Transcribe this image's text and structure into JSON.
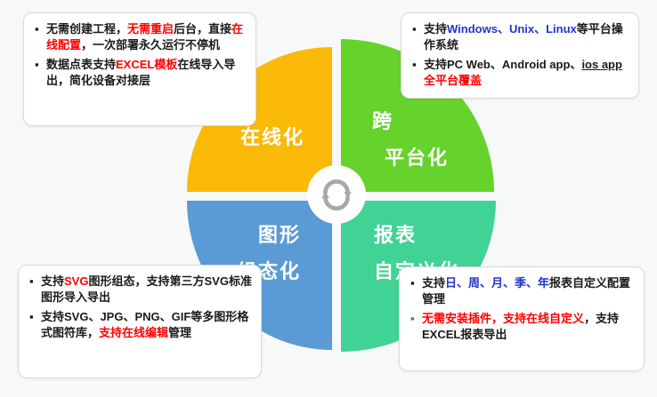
{
  "colors": {
    "bg": "#f7f8f8",
    "red": "#ff0000",
    "blue": "#2233cc",
    "bullet-blue": "#2e75b6",
    "quad-online": "#FBB908",
    "quad-cross": "#66D22C",
    "quad-graphic": "#5B9BD5",
    "quad-report": "#41D296",
    "icon-gray": "#a6a9ac"
  },
  "icons": {
    "center": "cycle-arrows"
  },
  "quadrants": {
    "online": {
      "label": "在线化"
    },
    "cross_platform": {
      "line1": "跨",
      "line2": "平台化"
    },
    "graphic": {
      "line1": "图形",
      "line2": "组态化"
    },
    "report": {
      "line1": "报表",
      "line2": "自定义化"
    }
  },
  "callouts": {
    "top_left": {
      "bullets": [
        {
          "seg": [
            {
              "t": "无需创建工程，"
            },
            {
              "t": "无需重启",
              "c": "red"
            },
            {
              "t": "后台，直接"
            },
            {
              "t": "在线配置",
              "c": "red"
            },
            {
              "t": "，一次部署永久运行不停机"
            }
          ]
        },
        {
          "seg": [
            {
              "t": "数据点表支持"
            },
            {
              "t": "EXCEL模板",
              "c": "red"
            },
            {
              "t": "在线导入导出，简化设备对接层"
            }
          ]
        }
      ]
    },
    "top_right": {
      "bullets": [
        {
          "seg": [
            {
              "t": "支持"
            },
            {
              "t": "Windows、Unix、Linux",
              "c": "blue"
            },
            {
              "t": "等平台操作系统"
            }
          ]
        },
        {
          "seg": [
            {
              "t": "支持PC Web、Android app、"
            },
            {
              "t": "ios app",
              "c": "u"
            },
            {
              "t": "全平台覆盖",
              "c": "red"
            }
          ]
        }
      ]
    },
    "bottom_left": {
      "bullets": [
        {
          "seg": [
            {
              "t": "支持"
            },
            {
              "t": "SVG",
              "c": "red"
            },
            {
              "t": "图形组态，支持第三方SVG标准图形导入导出"
            }
          ]
        },
        {
          "seg": [
            {
              "t": "支持SVG、JPG、PNG、GIF等多图形格式图符库，"
            },
            {
              "t": "支持在线编辑",
              "c": "red"
            },
            {
              "t": "管理"
            }
          ]
        }
      ]
    },
    "bottom_right": {
      "bullets": [
        {
          "seg": [
            {
              "t": "支持"
            },
            {
              "t": "日、周、月、季、年",
              "c": "blue"
            },
            {
              "t": "报表自定义配置管理"
            }
          ]
        },
        {
          "m": "blue",
          "seg": [
            {
              "t": "无需安装插件，",
              "c": "red"
            },
            {
              "t": "支持在线自定义",
              "c": "red"
            },
            {
              "t": "，支持EXCEL报表导出"
            }
          ]
        }
      ]
    }
  }
}
